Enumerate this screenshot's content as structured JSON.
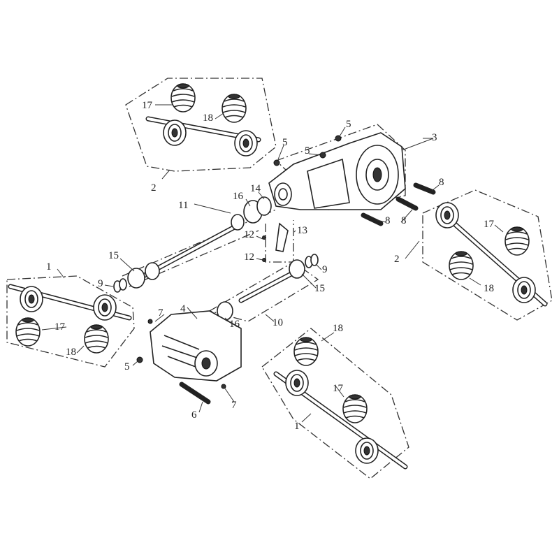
{
  "diagram": {
    "type": "exploded-parts-diagram",
    "labels": [
      "17",
      "18",
      "2",
      "5",
      "5",
      "5",
      "3",
      "8",
      "8",
      "8",
      "16",
      "14",
      "11",
      "12",
      "12",
      "13",
      "2",
      "17",
      "18",
      "1",
      "9",
      "15",
      "17",
      "18",
      "9",
      "15",
      "10",
      "16",
      "4",
      "7",
      "5",
      "6",
      "7",
      "18",
      "17",
      "1"
    ],
    "colors": {
      "ink": "#222222",
      "background": "#ffffff"
    }
  }
}
